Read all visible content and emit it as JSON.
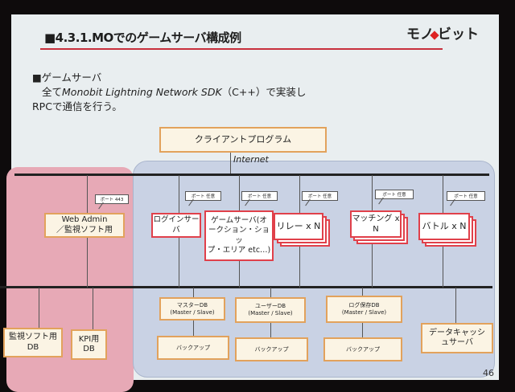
{
  "title": "■4.3.1.MOでのゲームサーバ構成例",
  "logo": "モノビット",
  "bullet": {
    "heading": "■ゲームサーバ",
    "line1_prefix": "全て",
    "line1_em": "Monobit Lightning Network SDK",
    "line1_suffix": "（C++）で実装し",
    "line2": "RPCで通信を行う。"
  },
  "client": "クライアントプログラム",
  "internet": "Internet",
  "ports": {
    "admin": "ポート 443",
    "login": "ポート 任意",
    "game": "ポート 任意",
    "relay": "ポート 任意",
    "matching": "ポート 任意",
    "battle": "ポート 任意"
  },
  "servers": {
    "web_admin": [
      "Web Admin",
      "／監視ソフト用"
    ],
    "login": [
      "ログインサー",
      "バ"
    ],
    "game": [
      "ゲームサーバ(オ",
      "ークション・ショッ",
      "プ・エリア etc…)"
    ],
    "relay": "リレー x N",
    "matching": [
      "マッチング x",
      "N"
    ],
    "battle": "バトル x N"
  },
  "dbs": {
    "monitor": [
      "監視ソフト用",
      "DB"
    ],
    "kpi": [
      "KPI用",
      "DB"
    ],
    "master": [
      "マスターDB",
      "(Master / Slave)"
    ],
    "user": [
      "ユーザーDB",
      "(Master / Slave)"
    ],
    "log": [
      "ログ保存DB",
      "(Master / Slave)"
    ],
    "backup": "バックアップ",
    "cache": [
      "データキャッシ",
      "ュサーバ"
    ]
  },
  "page_number": "46"
}
